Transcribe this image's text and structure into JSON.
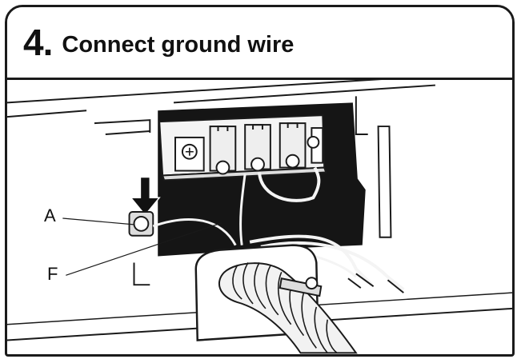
{
  "header": {
    "step_number": "4.",
    "title": "Connect ground wire"
  },
  "callouts": {
    "a": "A",
    "f": "F"
  }
}
